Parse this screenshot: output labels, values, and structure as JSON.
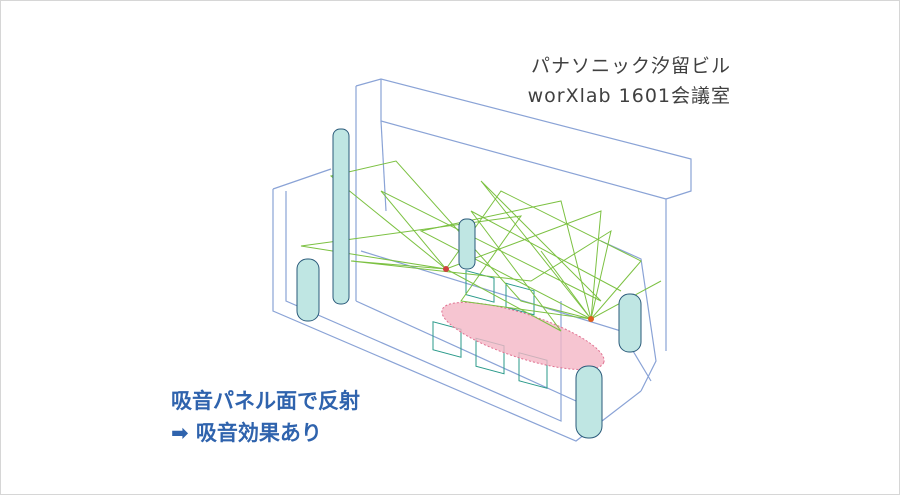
{
  "title": {
    "line1": "パナソニック汐留ビル",
    "line2": "worXlab 1601会議室"
  },
  "annotation": {
    "line1": "吸音パネル面で反射",
    "line2": "➡ 吸音効果あり"
  },
  "colors": {
    "wireframe": "#8aa3d6",
    "rays": "#7cc142",
    "absorber": "#f4b6c6",
    "cylinder": "#2a8a8a",
    "annotation": "#2f63ad"
  }
}
